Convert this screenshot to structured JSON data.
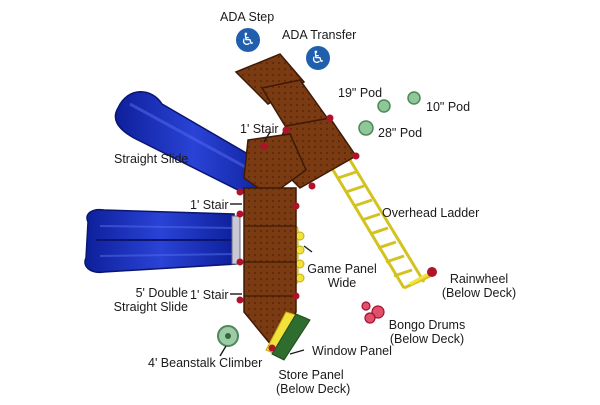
{
  "labels": {
    "ada_step": "ADA Step",
    "ada_transfer": "ADA Transfer",
    "pod_19": "19\" Pod",
    "pod_10": "10\" Pod",
    "pod_28": "28\" Pod",
    "stair_top": "1' Stair",
    "straight_slide": "Straight Slide",
    "stair_mid": "1' Stair",
    "overhead_ladder": "Overhead Ladder",
    "game_panel_line1": "Game Panel",
    "game_panel_line2": "Wide",
    "double_slide_line1": "5' Double",
    "double_slide_line2": "Straight Slide",
    "stair_bottom": "1' Stair",
    "rainwheel_line1": "Rainwheel",
    "rainwheel_line2": "(Below Deck)",
    "bongo_line1": "Bongo Drums",
    "bongo_line2": "(Below Deck)",
    "beanstalk": "4' Beanstalk Climber",
    "window_panel": "Window Panel",
    "store_panel_line1": "Store Panel",
    "store_panel_line2": "(Below Deck)"
  },
  "icons": {
    "accessibility": "wheelchair-icon",
    "pod": "stepping-pod-icon",
    "climber": "beanstalk-climber-icon",
    "rainwheel": "rainwheel-icon",
    "bongo": "bongo-drums-icon"
  },
  "colors": {
    "deck": "#7a3a12",
    "slide": "#1a2fb8",
    "ladder": "#f2e23a",
    "bracket": "#b0122a",
    "ada": "#1f5fae",
    "pod": "#8fc79a",
    "store_panel": "#2f6d2e"
  },
  "ada_glyph": "♿"
}
